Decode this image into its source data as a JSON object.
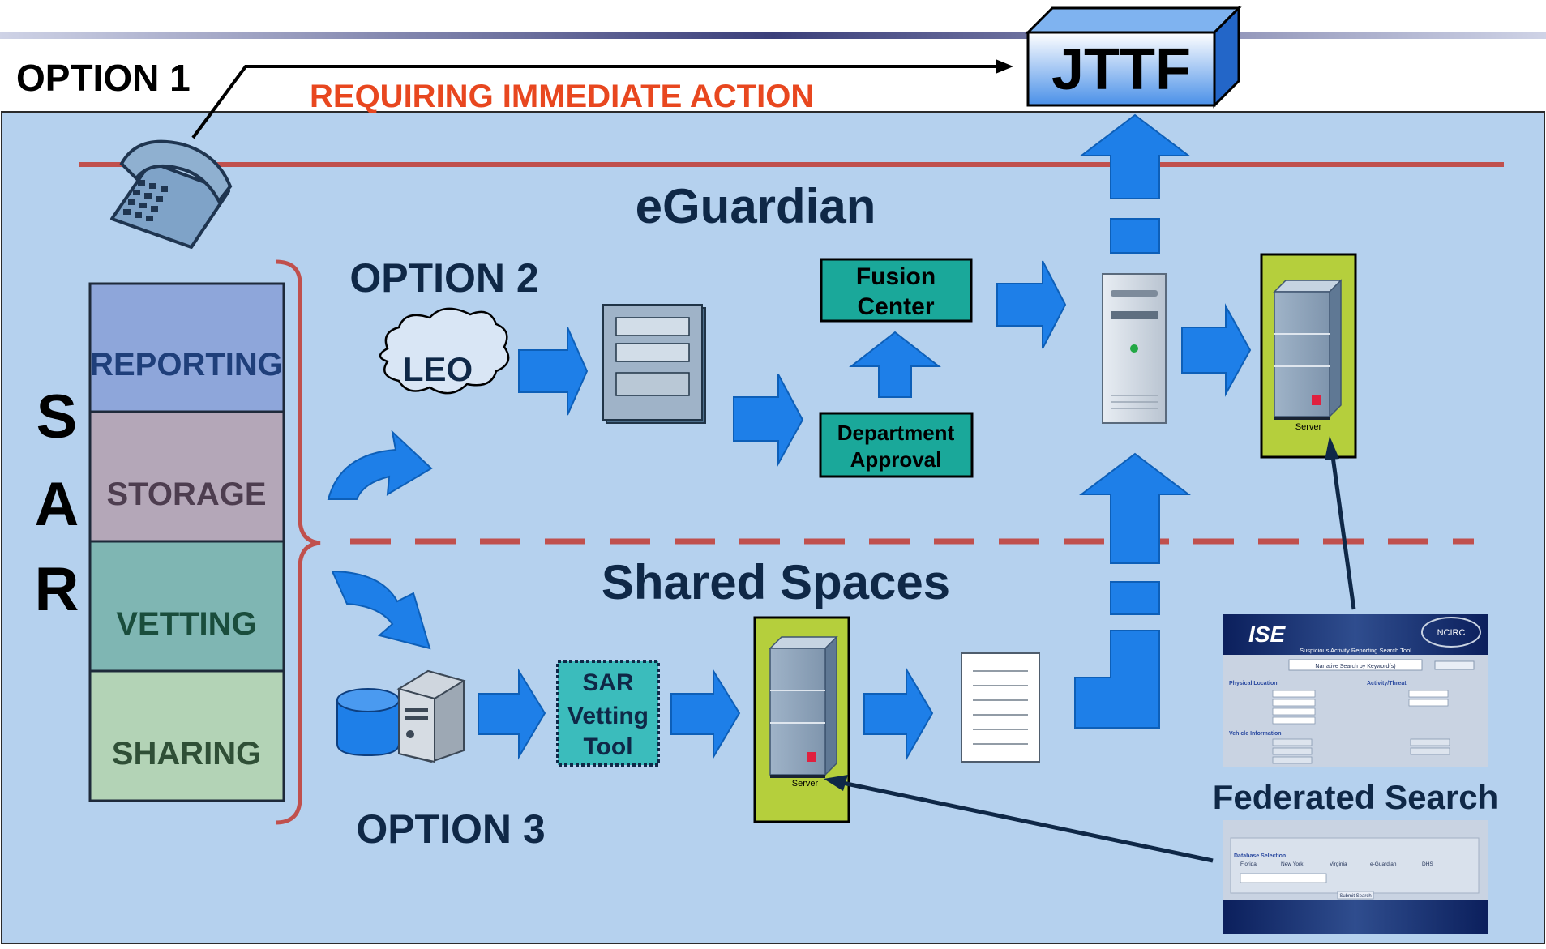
{
  "header": {
    "option1_label": "OPTION 1",
    "action_label": "REQUIRING IMMEDIATE ACTION",
    "jttf_label": "JTTF"
  },
  "sar": {
    "letters": [
      "S",
      "A",
      "R"
    ],
    "stages": [
      {
        "label": "REPORTING",
        "color": "#8ea6da"
      },
      {
        "label": "STORAGE",
        "color": "#b4a7b8"
      },
      {
        "label": "VETTING",
        "color": "#7fb6b3"
      },
      {
        "label": "SHARING",
        "color": "#b3d3b6"
      }
    ]
  },
  "eguardian": {
    "title": "eGuardian",
    "option2_label": "OPTION 2",
    "leo_label": "LEO",
    "fusion_center": [
      "Fusion",
      "Center"
    ],
    "department_approval": [
      "Department",
      "Approval"
    ],
    "server_caption": "Server"
  },
  "shared_spaces": {
    "title": "Shared Spaces",
    "option3_label": "OPTION 3",
    "vetting_tool": [
      "SAR",
      "Vetting",
      "Tool"
    ],
    "server_caption": "Server"
  },
  "federated_search": {
    "caption": "Federated Search",
    "screenshot": {
      "logo_left": "ISE",
      "logo_right": "NCIRC",
      "heading": "Suspicious Activity Reporting Search Tool",
      "search_label": "Narrative Search by Keyword(s)",
      "physical_location": "Physical Location",
      "activity_threat": "Activity/Threat",
      "vehicle_information": "Vehicle Information",
      "database_selection": "Database Selection",
      "databases": [
        "Florida",
        "New York",
        "Virginia",
        "e-Guardian",
        "DHS"
      ],
      "submit_label": "Submit Search"
    }
  },
  "colors": {
    "panel": "#b5d1ee",
    "arrow": "#1e7fe8",
    "arrow_dark": "#0d5fb8",
    "divider": "#c0504d",
    "teal_box": "#1aa89a",
    "server_bg": "#b5cf3c",
    "action_text": "#e8471f",
    "title_text": "#0f2847"
  }
}
